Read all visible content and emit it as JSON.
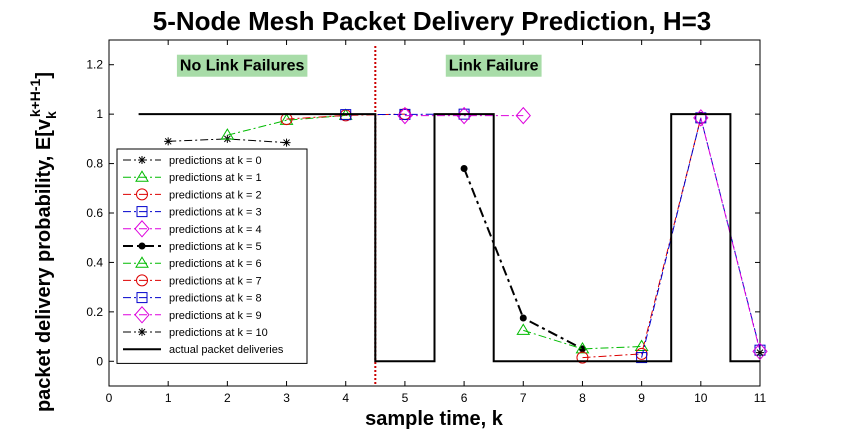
{
  "chart_data": {
    "type": "line",
    "title": "5-Node Mesh Packet Delivery Prediction, H=3",
    "xlabel": "sample time,  k",
    "ylabel": "packet delivery probability,  E[v",
    "ylabel_sub": "k",
    "ylabel_sup": "k+H-1",
    "ylabel_close": "]",
    "xlim": [
      0,
      11
    ],
    "ylim": [
      -0.1,
      1.3
    ],
    "xticks": [
      "0",
      "1",
      "2",
      "3",
      "4",
      "5",
      "6",
      "7",
      "8",
      "9",
      "10",
      "11"
    ],
    "yticks": [
      "0",
      "0.2",
      "0.4",
      "0.6",
      "0.8",
      "1",
      "1.2"
    ],
    "grid": false,
    "legend_position": "lower-left",
    "event_line": {
      "x": 4.5,
      "color": "#cc0000"
    },
    "annotations": [
      {
        "text": "No Link Failures",
        "x": 2.25,
        "y": 1.2,
        "bg": "#a8dca8"
      },
      {
        "text": "Link Failure",
        "x": 6.5,
        "y": 1.2,
        "bg": "#a8dca8"
      }
    ],
    "series": [
      {
        "name": "predictions at k = 0",
        "color": "#000000",
        "marker": "star",
        "dash": "8,3,2,3",
        "x": [
          1,
          2,
          3
        ],
        "y": [
          0.89,
          0.9,
          0.885
        ]
      },
      {
        "name": "predictions at k = 1",
        "color": "#00bb00",
        "marker": "triangle",
        "dash": "8,3,2,3",
        "x": [
          2,
          3,
          4
        ],
        "y": [
          0.915,
          0.975,
          0.995
        ]
      },
      {
        "name": "predictions at k = 2",
        "color": "#dd0000",
        "marker": "circle",
        "dash": "8,3,2,3",
        "x": [
          3,
          4,
          5
        ],
        "y": [
          0.98,
          0.995,
          1.0
        ]
      },
      {
        "name": "predictions at k = 3",
        "color": "#0000cc",
        "marker": "square",
        "dash": "8,3,2,3",
        "x": [
          4,
          5,
          6
        ],
        "y": [
          0.998,
          0.999,
          1.0
        ]
      },
      {
        "name": "predictions at k = 4",
        "color": "#dd00dd",
        "marker": "diamond",
        "dash": "8,3,2,3",
        "x": [
          5,
          6,
          7
        ],
        "y": [
          0.994,
          0.994,
          0.994
        ]
      },
      {
        "name": "predictions at k = 5",
        "color": "#000000",
        "marker": "dot",
        "dash": "10,4,3,4",
        "width": 2,
        "x": [
          6,
          7,
          8
        ],
        "y": [
          0.78,
          0.175,
          0.05
        ]
      },
      {
        "name": "predictions at k = 6",
        "color": "#00bb00",
        "marker": "triangle",
        "dash": "8,3,2,3",
        "x": [
          7,
          8,
          9
        ],
        "y": [
          0.125,
          0.05,
          0.06
        ]
      },
      {
        "name": "predictions at k = 7",
        "color": "#dd0000",
        "marker": "circle",
        "dash": "8,3,2,3",
        "x": [
          8,
          9,
          10
        ],
        "y": [
          0.015,
          0.03,
          0.985
        ]
      },
      {
        "name": "predictions at k = 8",
        "color": "#0000cc",
        "marker": "square",
        "dash": "8,3,2,3",
        "x": [
          9,
          10,
          11
        ],
        "y": [
          0.015,
          0.985,
          0.045
        ]
      },
      {
        "name": "predictions at k = 9",
        "color": "#dd00dd",
        "marker": "diamond",
        "dash": "8,3,2,3",
        "x": [
          10,
          11
        ],
        "y": [
          0.985,
          0.04
        ]
      },
      {
        "name": "predictions at k = 10",
        "color": "#000000",
        "marker": "star",
        "dash": "8,3,2,3",
        "x": [
          11
        ],
        "y": [
          0.035
        ]
      },
      {
        "name": "actual packet deliveries",
        "color": "#000000",
        "marker": "none",
        "dash": "",
        "width": 2,
        "x": [
          0.5,
          4.5,
          4.5,
          5.5,
          5.5,
          6.5,
          6.5,
          9.5,
          9.5,
          10.5,
          10.5,
          11
        ],
        "y": [
          1,
          1,
          0,
          0,
          1,
          1,
          0,
          0,
          1,
          1,
          0,
          0
        ]
      }
    ]
  }
}
